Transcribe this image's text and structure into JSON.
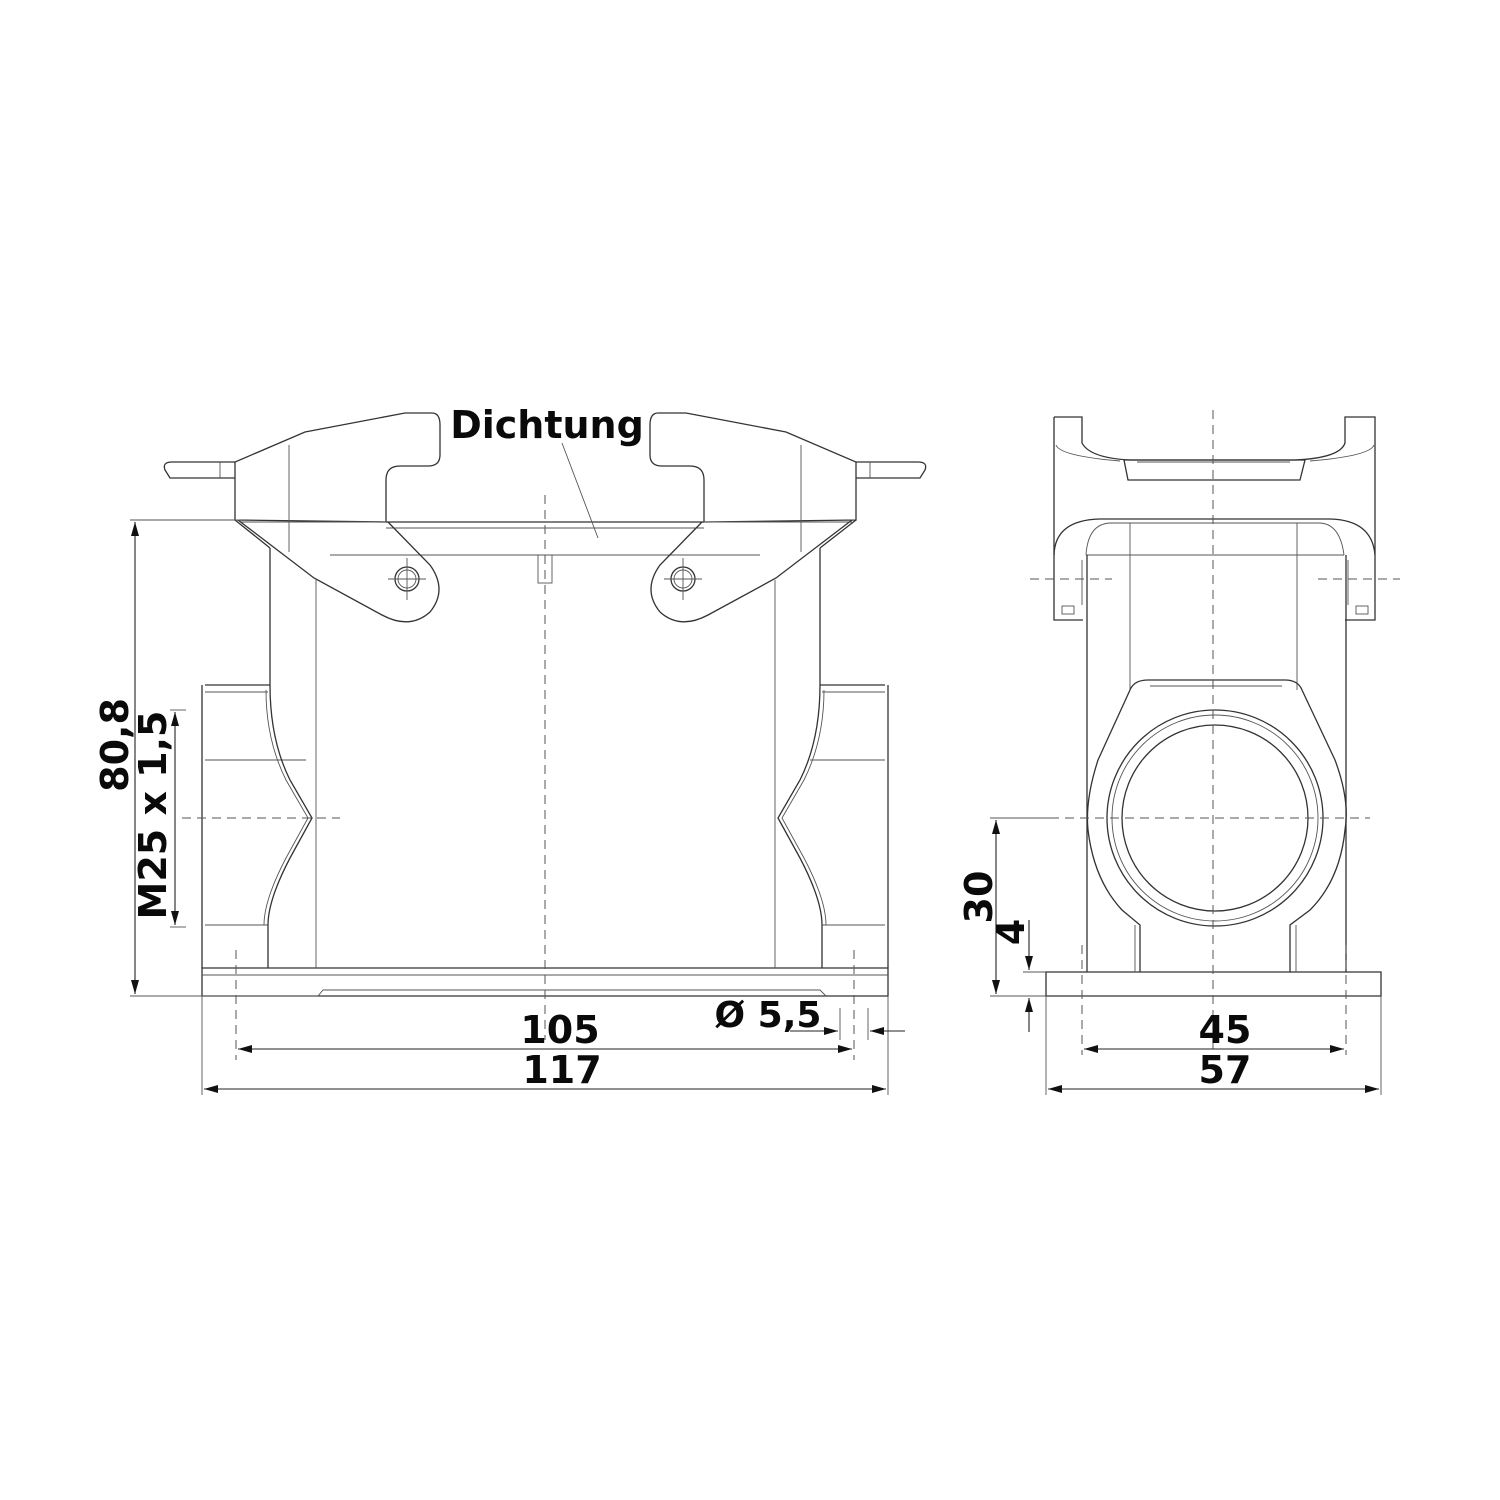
{
  "drawing": {
    "views": [
      "front-view",
      "side-view"
    ],
    "callout": {
      "label": "Dichtung"
    },
    "front_view": {
      "dimensions": {
        "height": "80,8",
        "thread": "M25 x 1,5",
        "hole_spacing": "105",
        "overall_width": "117",
        "hole_diameter": "Ø 5,5"
      }
    },
    "side_view": {
      "dimensions": {
        "entry_height": "30",
        "base_thickness": "4",
        "hole_spacing": "45",
        "overall_width": "57"
      }
    },
    "colors": {
      "line": "#333333",
      "text": "#0a0a0a",
      "background": "#ffffff"
    }
  }
}
